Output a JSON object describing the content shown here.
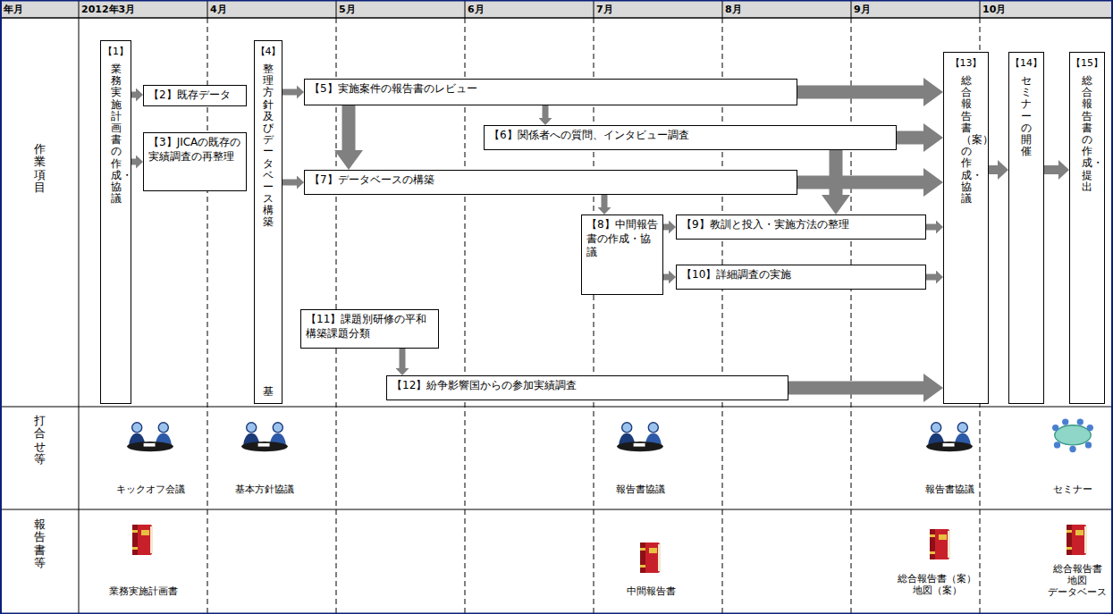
{
  "diagram": {
    "nodes": [
      {
        "text": [
          "【1】",
          "業務実施計画書の作成・協議"
        ]
      },
      {
        "text": [
          "【2】既存データ"
        ]
      },
      {
        "text": [
          "【3】JICAの既存の実績調査の再整理"
        ]
      },
      {
        "text": [
          "【4】",
          "整理方針及びデータベース構築",
          "基"
        ]
      },
      {
        "text": [
          "【5】実施案件の報告書のレビュー"
        ]
      },
      {
        "text": [
          "【6】関係者への質問、インタビュー調査"
        ]
      },
      {
        "text": [
          "【7】データベースの構築"
        ]
      },
      {
        "text": [
          "【8】中間報告書の作成・協議"
        ]
      },
      {
        "text": [
          "【9】教訓と投入・実施方法の整理"
        ]
      },
      {
        "text": [
          "【10】詳細調査の実施"
        ]
      },
      {
        "text": [
          "【11】課題別研修の平和構築課題分類"
        ]
      },
      {
        "text": [
          "【12】紛争影響国からの参加実績調査"
        ]
      },
      {
        "text": [
          "【13】",
          "総合報告書（案）の作成・協議"
        ]
      },
      {
        "text": [
          "【14】",
          "セミナーの開催"
        ]
      },
      {
        "text": [
          "【15】",
          "総合報告書の作成・提出"
        ]
      }
    ],
    "edges": [
      {
        "from": 0,
        "to": 1,
        "arrow": "to"
      },
      {
        "from": 0,
        "to": 2,
        "arrow": "to"
      },
      {
        "from": 3,
        "to": 4,
        "arrow": "to"
      },
      {
        "from": 3,
        "to": 6,
        "arrow": "to"
      },
      {
        "from": 4,
        "to": 5,
        "arrow": "to"
      },
      {
        "from": 4,
        "to": 6,
        "arrow": "to"
      },
      {
        "from": 4,
        "to": 12,
        "arrow": "to"
      },
      {
        "from": 5,
        "to": 12,
        "arrow": "to"
      },
      {
        "from": 6,
        "to": 12,
        "arrow": "to"
      },
      {
        "from": 5,
        "to": 8,
        "arrow": "to"
      },
      {
        "from": 6,
        "to": 7,
        "arrow": "to"
      },
      {
        "from": 7,
        "to": 8,
        "arrow": "to"
      },
      {
        "from": 7,
        "to": 9,
        "arrow": "to"
      },
      {
        "from": 8,
        "to": 12,
        "arrow": "to"
      },
      {
        "from": 9,
        "to": 12,
        "arrow": "to"
      },
      {
        "from": 10,
        "to": 11,
        "arrow": "to"
      },
      {
        "from": 11,
        "to": 12,
        "arrow": "to"
      },
      {
        "from": 12,
        "to": 13,
        "arrow": "to"
      },
      {
        "from": 13,
        "to": 14,
        "arrow": "to"
      }
    ],
    "labels": [
      "年月",
      "2012年3月",
      "4月",
      "5月",
      "6月",
      "7月",
      "8月",
      "9月",
      "10月",
      "作業項目",
      "打合せ等",
      "報告書等",
      "キックオフ会議",
      "基本方針協議",
      "報告書協議",
      "報告書協議",
      "セミナー",
      "業務実施計画書",
      "中間報告書",
      "総合報告書（案） 地図（案）",
      "総合報告書 地図 データベース"
    ]
  }
}
